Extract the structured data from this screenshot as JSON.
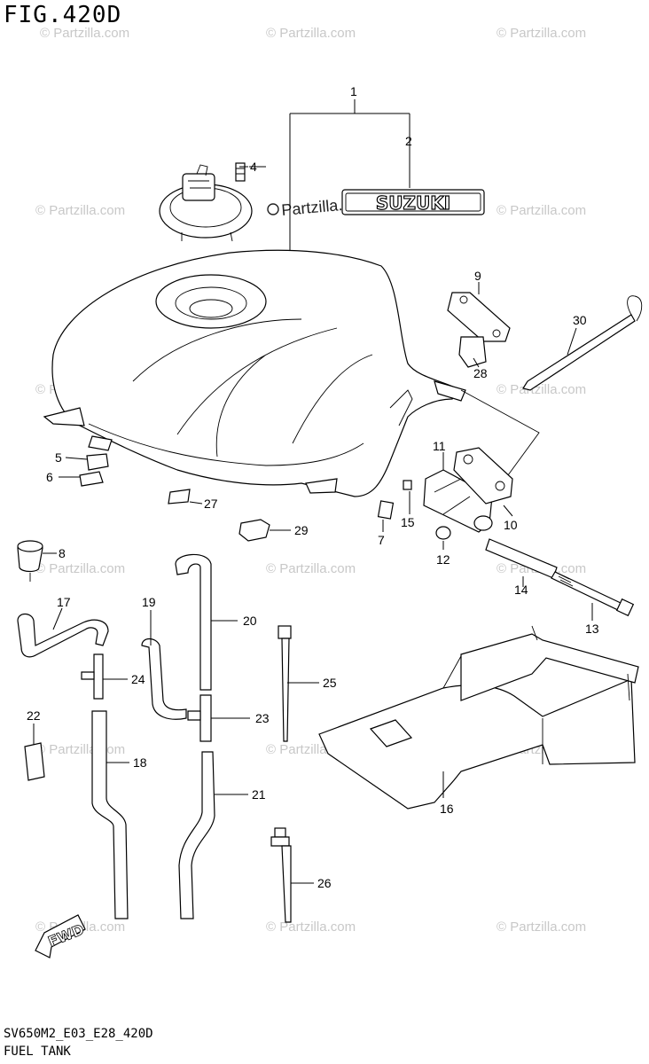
{
  "header": {
    "figure_title": "FIG.420D"
  },
  "footer": {
    "model_code": "SV650M2_E03_E28_420D",
    "section_name": "FUEL TANK"
  },
  "brand_emblem": {
    "text": "SUZUKI"
  },
  "fwd_badge": {
    "text": "FWD"
  },
  "watermark": {
    "text": "© Partzilla.com",
    "dark_text": "Partzilla.com"
  },
  "callouts": [
    {
      "id": "1",
      "label": "1"
    },
    {
      "id": "2",
      "label": "2"
    },
    {
      "id": "4",
      "label": "4"
    },
    {
      "id": "5",
      "label": "5"
    },
    {
      "id": "6",
      "label": "6"
    },
    {
      "id": "7",
      "label": "7"
    },
    {
      "id": "8",
      "label": "8"
    },
    {
      "id": "9",
      "label": "9"
    },
    {
      "id": "10",
      "label": "10"
    },
    {
      "id": "11",
      "label": "11"
    },
    {
      "id": "12",
      "label": "12"
    },
    {
      "id": "13",
      "label": "13"
    },
    {
      "id": "14",
      "label": "14"
    },
    {
      "id": "15",
      "label": "15"
    },
    {
      "id": "16",
      "label": "16"
    },
    {
      "id": "17",
      "label": "17"
    },
    {
      "id": "18",
      "label": "18"
    },
    {
      "id": "19",
      "label": "19"
    },
    {
      "id": "20",
      "label": "20"
    },
    {
      "id": "21",
      "label": "21"
    },
    {
      "id": "22",
      "label": "22"
    },
    {
      "id": "23",
      "label": "23"
    },
    {
      "id": "24",
      "label": "24"
    },
    {
      "id": "25",
      "label": "25"
    },
    {
      "id": "26",
      "label": "26"
    },
    {
      "id": "27",
      "label": "27"
    },
    {
      "id": "28",
      "label": "28"
    },
    {
      "id": "29",
      "label": "29"
    },
    {
      "id": "30",
      "label": "30"
    }
  ]
}
